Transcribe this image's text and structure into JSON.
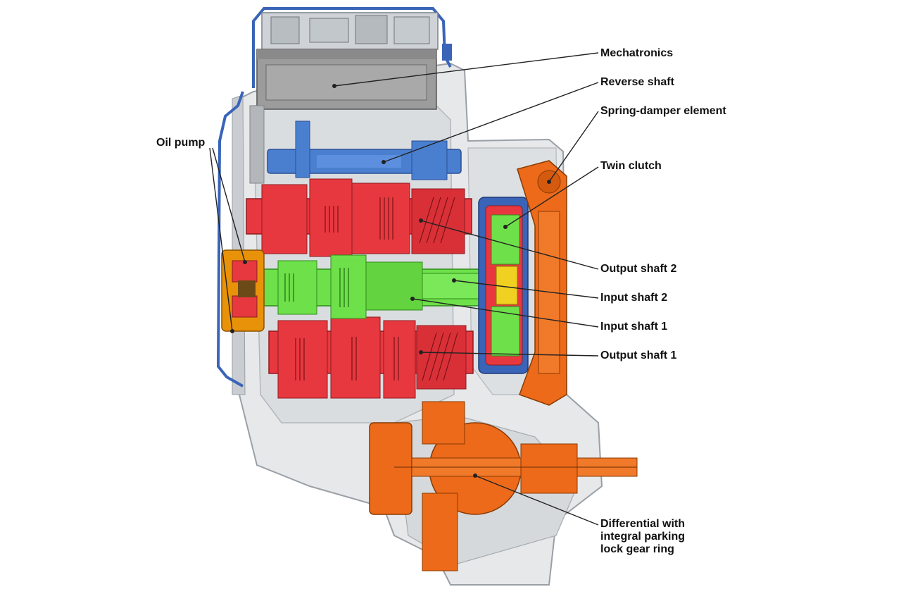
{
  "labels": {
    "mechatronics": "Mechatronics",
    "reverse_shaft": "Reverse shaft",
    "spring_damper": "Spring-damper element",
    "twin_clutch": "Twin clutch",
    "oil_pump": "Oil pump",
    "output_shaft_2": "Output shaft 2",
    "input_shaft_2": "Input shaft 2",
    "input_shaft_1": "Input shaft 1",
    "output_shaft_1": "Output shaft 1",
    "differential_line1": "Differential with",
    "differential_line2": "integral parking",
    "differential_line3": "lock gear ring"
  },
  "colors": {
    "housing_fill": "#e6e8ea",
    "housing_stroke": "#9aa0a6",
    "mechatronics_grey": "#9c9c9c",
    "reverse_shaft_blue": "#4a7fd0",
    "output_shafts_red": "#e8383f",
    "input_shafts_green": "#6ee04a",
    "oil_pump_orange": "#e8920a",
    "differential_orange": "#ec6a1a",
    "cover_blue": "#3a64b8"
  }
}
